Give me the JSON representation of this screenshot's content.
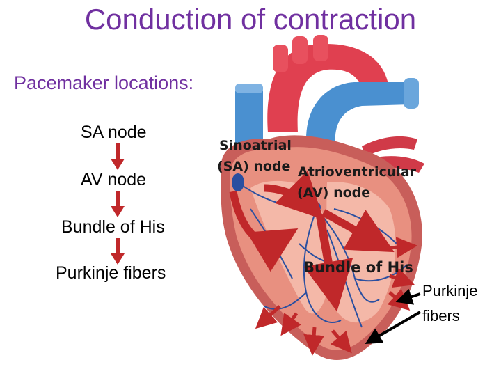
{
  "title": "Conduction of contraction",
  "subtitle": "Pacemaker locations:",
  "steps": [
    "SA node",
    "AV node",
    "Bundle of His",
    "Purkinje fibers"
  ],
  "diagram": {
    "sa_line1": "Sinoatrial",
    "sa_line2": "(SA) node",
    "av_line1": "Atrioventricular",
    "av_line2": "(AV) node",
    "his_label": "Bundle of His",
    "purkinje_line1": "Purkinje",
    "purkinje_line2": "fibers"
  },
  "colors": {
    "title": "#7030a0",
    "arrow": "#c0282a",
    "aorta": "#e04050",
    "vein": "#4a90d0",
    "muscle": "#e89080",
    "conduction": "#2a4fa0"
  }
}
